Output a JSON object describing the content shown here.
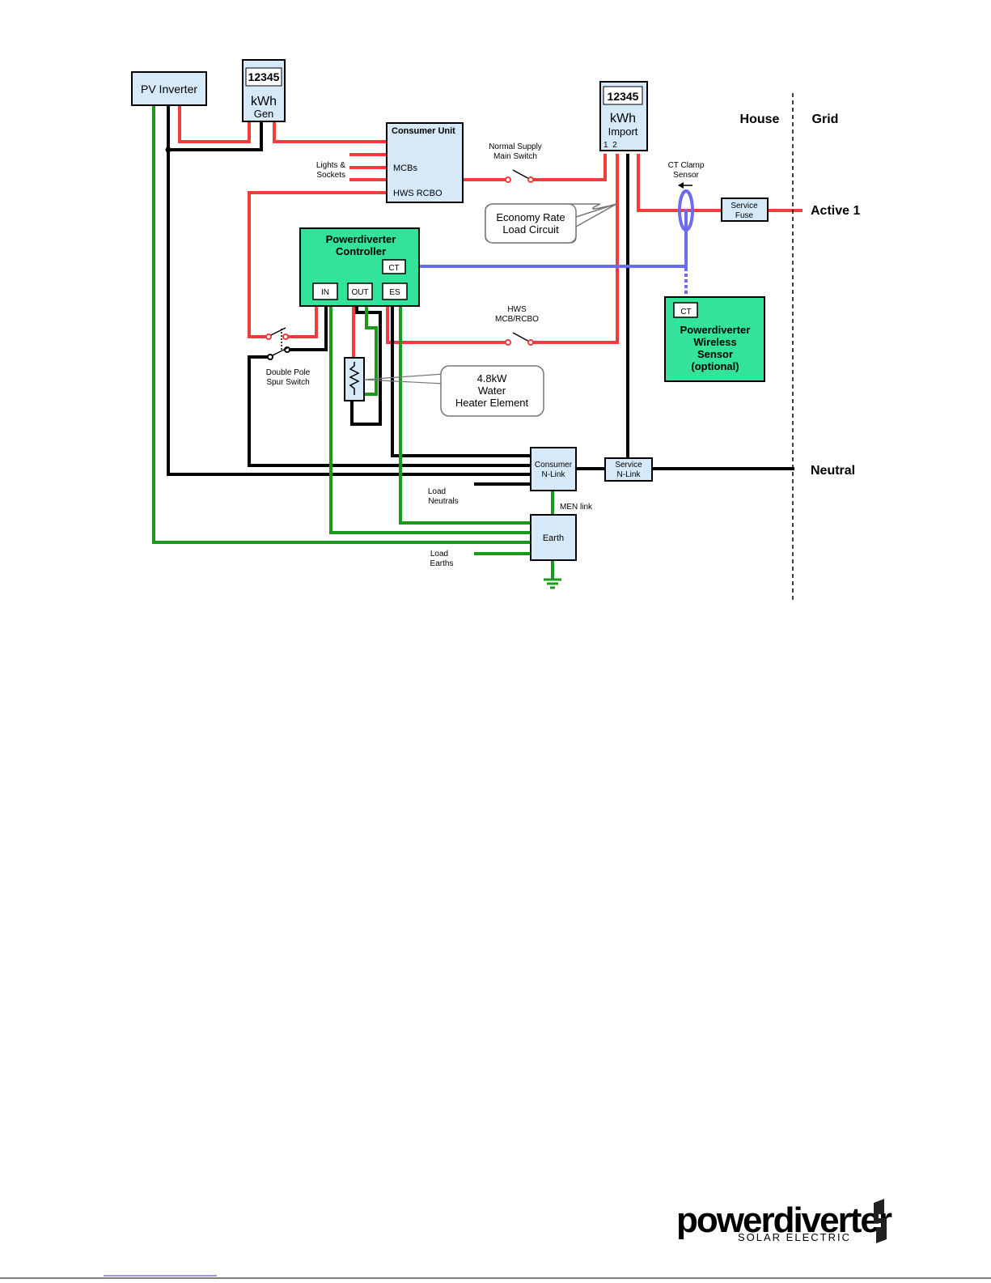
{
  "diagram": {
    "pv_inverter": "PV Inverter",
    "gen_meter": {
      "reading": "12345",
      "unit": "kWh",
      "label": "Gen"
    },
    "consumer_unit": {
      "title": "Consumer Unit",
      "mcbs": "MCBs",
      "hws_rcbo": "HWS RCBO"
    },
    "lights_sockets": [
      "Lights &",
      "Sockets"
    ],
    "normal_supply": [
      "Normal Supply",
      "Main Switch"
    ],
    "import_meter": {
      "reading": "12345",
      "unit": "kWh",
      "label": "Import",
      "terminals": "1  2"
    },
    "house": "House",
    "grid": "Grid",
    "ct_clamp": [
      "CT Clamp",
      "Sensor"
    ],
    "service_fuse": [
      "Service",
      "Fuse"
    ],
    "active": "Active 1",
    "economy_rate": [
      "Economy Rate",
      "Load Circuit"
    ],
    "controller": {
      "title": [
        "Powerdiverter",
        "Controller"
      ],
      "ct": "CT",
      "in": "IN",
      "out": "OUT",
      "es": "ES"
    },
    "hws_mcb": [
      "HWS",
      "MCB/RCBO"
    ],
    "wireless_sensor": {
      "ct": "CT",
      "title": [
        "Powerdiverter",
        "Wireless",
        "Sensor",
        "(optional)"
      ]
    },
    "spur_switch": [
      "Double Pole",
      "Spur Switch"
    ],
    "heater_element": [
      "4.8kW",
      "Water",
      "Heater Element"
    ],
    "consumer_nlink": [
      "Consumer",
      "N-Link"
    ],
    "service_nlink": [
      "Service",
      "N-Link"
    ],
    "neutral": "Neutral",
    "load_neutrals": [
      "Load",
      "Neutrals"
    ],
    "men_link": "MEN link",
    "earth": "Earth",
    "load_earths": [
      "Load",
      "Earths"
    ]
  },
  "logo": {
    "brand": "powerdiverter",
    "tagline": "SOLAR ELECTRIC"
  },
  "colors": {
    "active": "#f03c3c",
    "neutral": "#000000",
    "earth": "#1a9a1a",
    "ct_signal": "#6b6bf0",
    "box": "#d6e9f8",
    "device": "#33e39a"
  }
}
